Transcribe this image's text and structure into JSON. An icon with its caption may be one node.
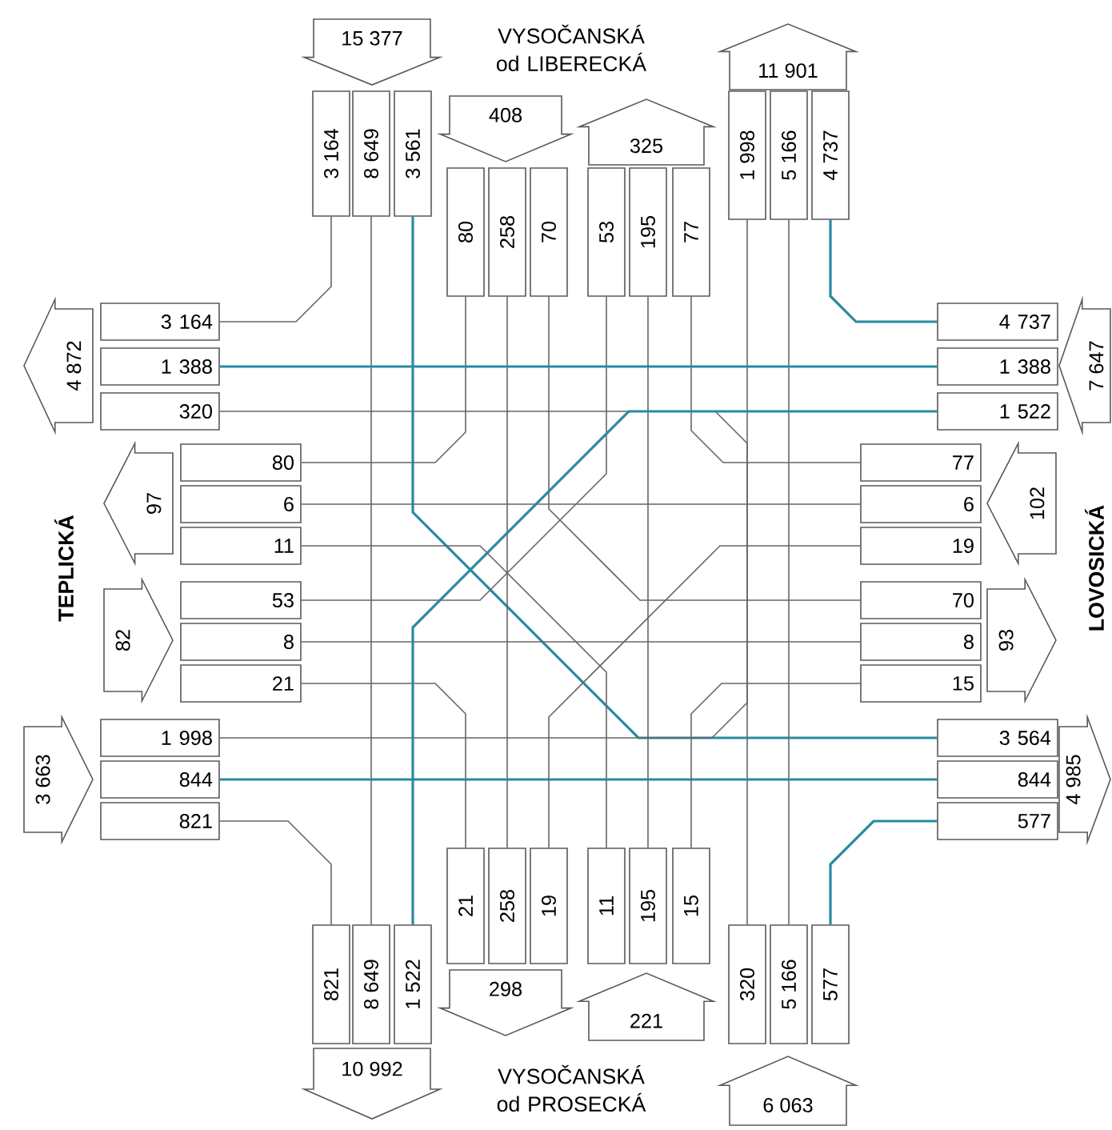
{
  "diagram": {
    "nodes": [
      {
        "text": [
          "15 377"
        ]
      },
      {
        "text": [
          "408"
        ]
      },
      {
        "text": [
          "325"
        ]
      },
      {
        "text": [
          "11 901"
        ]
      },
      {
        "text": [
          "3 164"
        ]
      },
      {
        "text": [
          "8 649"
        ]
      },
      {
        "text": [
          "3 561"
        ]
      },
      {
        "text": [
          "80"
        ]
      },
      {
        "text": [
          "258"
        ]
      },
      {
        "text": [
          "70"
        ]
      },
      {
        "text": [
          "53"
        ]
      },
      {
        "text": [
          "195"
        ]
      },
      {
        "text": [
          "77"
        ]
      },
      {
        "text": [
          "1 998"
        ]
      },
      {
        "text": [
          "5 166"
        ]
      },
      {
        "text": [
          "4 737"
        ]
      },
      {
        "text": [
          "4 872"
        ]
      },
      {
        "text": [
          "3 164"
        ]
      },
      {
        "text": [
          "1 388"
        ]
      },
      {
        "text": [
          "320"
        ]
      },
      {
        "text": [
          "97"
        ]
      },
      {
        "text": [
          "80"
        ]
      },
      {
        "text": [
          "6"
        ]
      },
      {
        "text": [
          "11"
        ]
      },
      {
        "text": [
          "82"
        ]
      },
      {
        "text": [
          "53"
        ]
      },
      {
        "text": [
          "8"
        ]
      },
      {
        "text": [
          "21"
        ]
      },
      {
        "text": [
          "3 663"
        ]
      },
      {
        "text": [
          "1 998"
        ]
      },
      {
        "text": [
          "844"
        ]
      },
      {
        "text": [
          "821"
        ]
      },
      {
        "text": [
          "7 647"
        ]
      },
      {
        "text": [
          "4 737"
        ]
      },
      {
        "text": [
          "1 388"
        ]
      },
      {
        "text": [
          "1 522"
        ]
      },
      {
        "text": [
          "102"
        ]
      },
      {
        "text": [
          "77"
        ]
      },
      {
        "text": [
          "6"
        ]
      },
      {
        "text": [
          "19"
        ]
      },
      {
        "text": [
          "93"
        ]
      },
      {
        "text": [
          "70"
        ]
      },
      {
        "text": [
          "8"
        ]
      },
      {
        "text": [
          "15"
        ]
      },
      {
        "text": [
          "4 985"
        ]
      },
      {
        "text": [
          "3 564"
        ]
      },
      {
        "text": [
          "844"
        ]
      },
      {
        "text": [
          "577"
        ]
      },
      {
        "text": [
          "821"
        ]
      },
      {
        "text": [
          "8 649"
        ]
      },
      {
        "text": [
          "1 522"
        ]
      },
      {
        "text": [
          "21"
        ]
      },
      {
        "text": [
          "258"
        ]
      },
      {
        "text": [
          "19"
        ]
      },
      {
        "text": [
          "11"
        ]
      },
      {
        "text": [
          "195"
        ]
      },
      {
        "text": [
          "15"
        ]
      },
      {
        "text": [
          "320"
        ]
      },
      {
        "text": [
          "5 166"
        ]
      },
      {
        "text": [
          "577"
        ]
      },
      {
        "text": [
          "10 992"
        ]
      },
      {
        "text": [
          "298"
        ]
      },
      {
        "text": [
          "221"
        ]
      },
      {
        "text": [
          "6 063"
        ]
      }
    ],
    "edges": [
      {
        "from": 4,
        "to": 17,
        "arrow": "none"
      },
      {
        "from": 5,
        "to": 49,
        "arrow": "none"
      },
      {
        "from": 6,
        "to": 45,
        "arrow": "none",
        "color": "#2a8aa0"
      },
      {
        "from": 7,
        "to": 21,
        "arrow": "none"
      },
      {
        "from": 8,
        "to": 52,
        "arrow": "none"
      },
      {
        "from": 9,
        "to": 41,
        "arrow": "none"
      },
      {
        "from": 25,
        "to": 10,
        "arrow": "none"
      },
      {
        "from": 55,
        "to": 11,
        "arrow": "none"
      },
      {
        "from": 37,
        "to": 12,
        "arrow": "none"
      },
      {
        "from": 29,
        "to": 13,
        "arrow": "none"
      },
      {
        "from": 58,
        "to": 14,
        "arrow": "none"
      },
      {
        "from": 33,
        "to": 15,
        "arrow": "none",
        "color": "#2a8aa0"
      },
      {
        "from": 34,
        "to": 18,
        "arrow": "none",
        "color": "#2a8aa0"
      },
      {
        "from": 57,
        "to": 19,
        "arrow": "none"
      },
      {
        "from": 38,
        "to": 22,
        "arrow": "none"
      },
      {
        "from": 54,
        "to": 23,
        "arrow": "none"
      },
      {
        "from": 26,
        "to": 42,
        "arrow": "none"
      },
      {
        "from": 27,
        "to": 51,
        "arrow": "none"
      },
      {
        "from": 30,
        "to": 46,
        "arrow": "none",
        "color": "#2a8aa0"
      },
      {
        "from": 31,
        "to": 48,
        "arrow": "none"
      },
      {
        "from": 35,
        "to": 50,
        "arrow": "none",
        "color": "#2a8aa0"
      },
      {
        "from": 39,
        "to": 53,
        "arrow": "none"
      },
      {
        "from": 56,
        "to": 43,
        "arrow": "none"
      },
      {
        "from": 59,
        "to": 47,
        "arrow": "none",
        "color": "#2a8aa0"
      }
    ],
    "labels": [
      "VYSOČANSKÁ od LIBERECKÁ",
      "TEPLICKÁ",
      "LOVOSICKÁ",
      "VYSOČANSKÁ od PROSECKÁ"
    ]
  }
}
